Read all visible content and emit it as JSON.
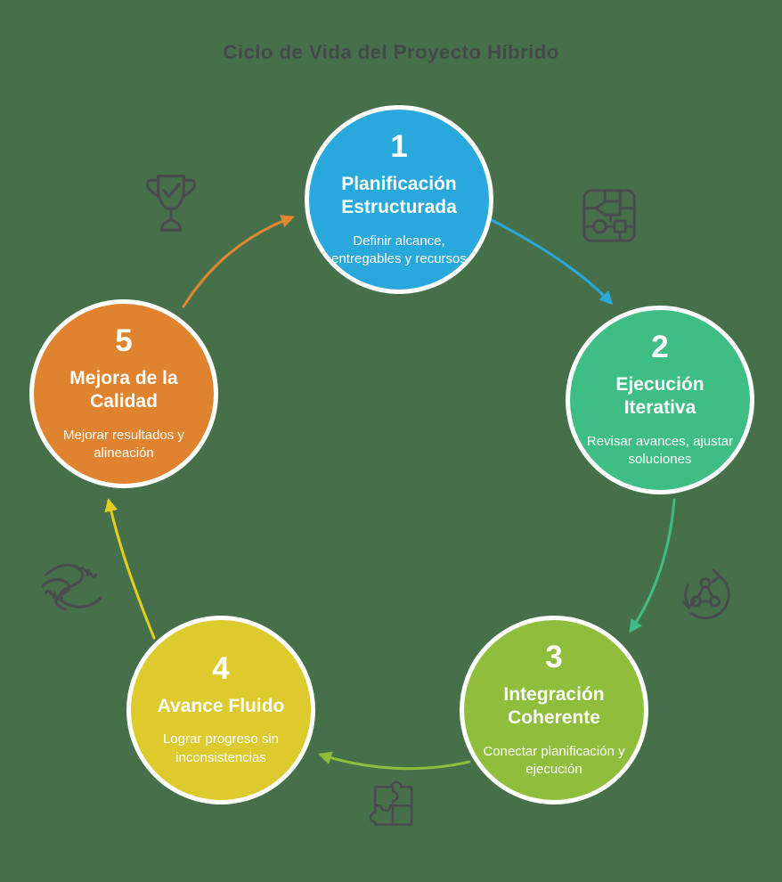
{
  "title": "Ciclo de Vida del Proyecto Híbrido",
  "colors": {
    "background": "#46704A",
    "title": "#45484b",
    "icon": "#4b4b4f"
  },
  "steps": [
    {
      "number": "1",
      "title": "Planificación Estructurada",
      "description": "Definir alcance, entregables y recursos",
      "color": "#29a8db"
    },
    {
      "number": "2",
      "title": "Ejecución Iterativa",
      "description": "Revisar avances, ajustar soluciones",
      "color": "#3ebe85"
    },
    {
      "number": "3",
      "title": "Integración Coherente",
      "description": "Conectar planificación y ejecución",
      "color": "#8fbe3c"
    },
    {
      "number": "4",
      "title": "Avance Fluido",
      "description": "Lograr progreso sin inconsistencias",
      "color": "#ddca2d"
    },
    {
      "number": "5",
      "title": "Mejora de la Calidad",
      "description": "Mejorar resultados y alineación",
      "color": "#e0832f"
    }
  ],
  "arrows": [
    {
      "from": "5",
      "to": "1",
      "color": "#e0882f"
    },
    {
      "from": "1",
      "to": "2",
      "color": "#29a8db"
    },
    {
      "from": "2",
      "to": "3",
      "color": "#3ebe85"
    },
    {
      "from": "3",
      "to": "4",
      "color": "#8fbe3c"
    },
    {
      "from": "4",
      "to": "5",
      "color": "#e3ce1f"
    }
  ],
  "icons": [
    "trophy-check-icon",
    "circuit-map-icon",
    "sync-network-icon",
    "puzzle-icon",
    "river-icon"
  ]
}
